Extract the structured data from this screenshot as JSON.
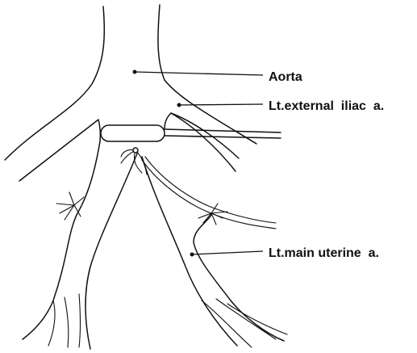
{
  "labels": {
    "aorta": "Aorta",
    "external_iliac": "Lt.external  iliac  a.",
    "main_uterine": "Lt.main uterine  a."
  }
}
